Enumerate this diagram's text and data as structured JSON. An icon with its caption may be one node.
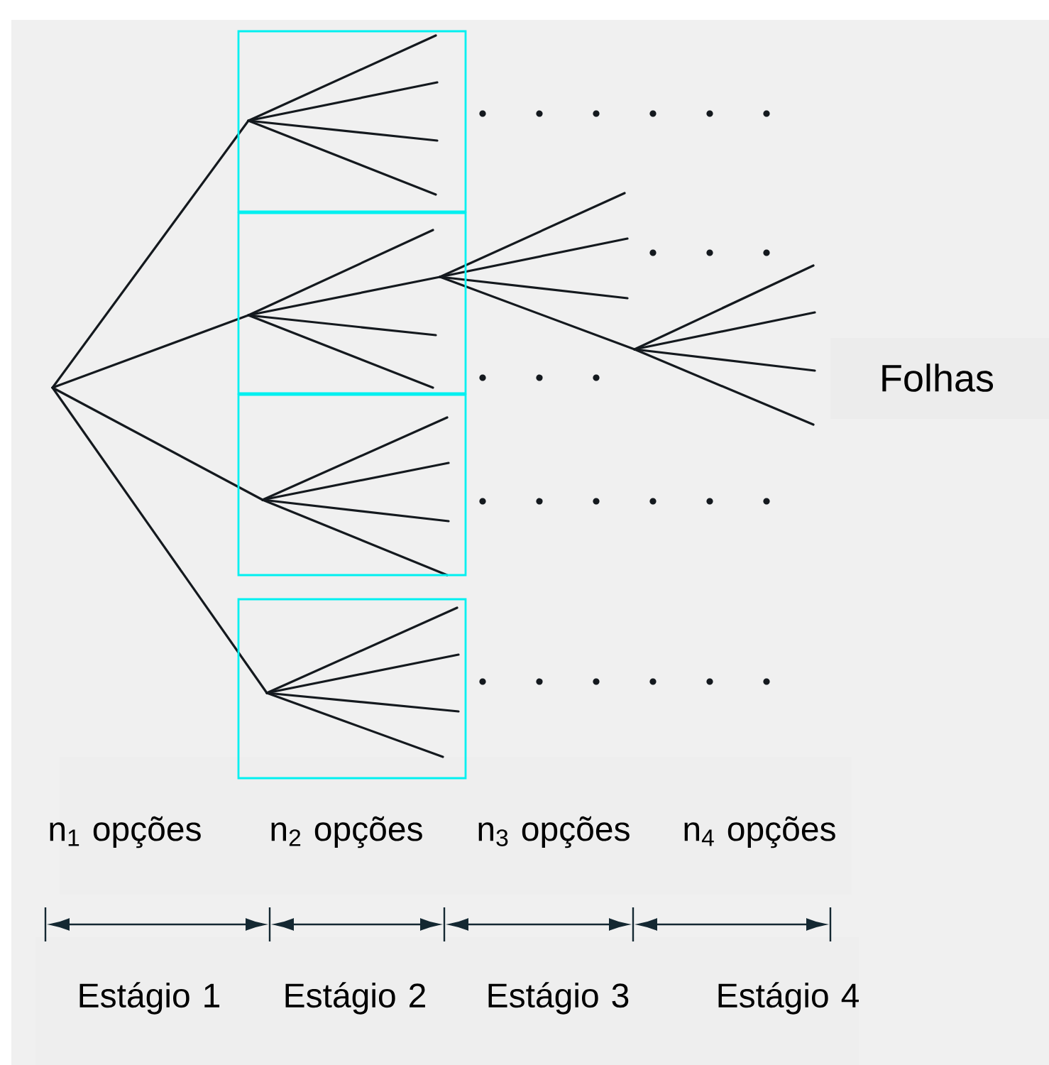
{
  "diagram": {
    "nodes": [
      {
        "text": [],
        "shape": "box"
      },
      {
        "text": [],
        "shape": "box"
      },
      {
        "text": [],
        "shape": "box"
      },
      {
        "text": [],
        "shape": "box"
      }
    ],
    "labels": [
      "Folhas",
      "n$_{1}$ opções",
      "n$_{2}$ opções",
      "n$_{3}$ opções",
      "n$_{4}$ opções",
      "Estágio 1",
      "Estágio 2",
      "Estágio 3",
      "Estágio 4"
    ]
  }
}
